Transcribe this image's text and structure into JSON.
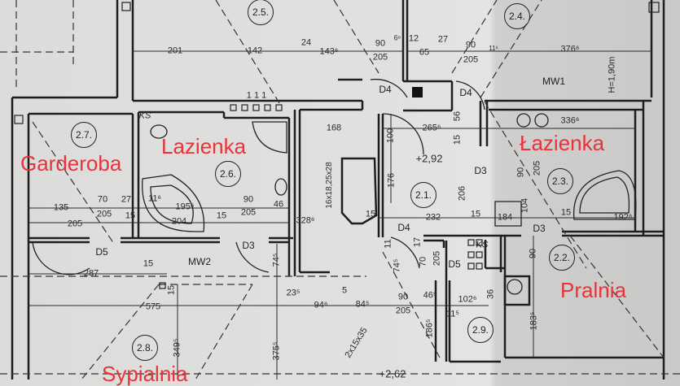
{
  "rooms": [
    "2.5.",
    "2.4.",
    "2.7.",
    "2.6.",
    "2.1.",
    "2.3.",
    "2.2.",
    "2.9.",
    "2.8."
  ],
  "room_names": {
    "garderoba": "Garderoba",
    "lazienka_left": "Lazienka",
    "lazienka_right": "Łazienka",
    "pralnia": "Pralnia",
    "sypialnia": "Sypialnia"
  },
  "doors": [
    "D4",
    "D4",
    "D3",
    "D5",
    "D3",
    "D4",
    "D3",
    "D5"
  ],
  "markers": {
    "mw1": "MW1",
    "mw2": "MW2",
    "height": "H=1,90m",
    "ks_left": "KS",
    "ks_right": "KS",
    "vents": "1 1 1",
    "stairs": "16x18,25x28"
  },
  "elevations": [
    "+2,92",
    "+2,62"
  ],
  "dimensions": [
    "201",
    "142",
    "24",
    "143⁶",
    "90",
    "205",
    "6⁶",
    "12",
    "65",
    "27",
    "90",
    "205",
    "11⁶",
    "376⁶",
    "168",
    "265⁶",
    "100",
    "56",
    "15",
    "176",
    "336⁶",
    "90",
    "205",
    "135",
    "70",
    "27",
    "11⁶",
    "195⁶",
    "90",
    "46",
    "205",
    "15",
    "204",
    "15",
    "205",
    "205",
    "328⁶",
    "15",
    "232",
    "15",
    "184",
    "104",
    "15",
    "192⁶",
    "206",
    "74⁵",
    "11",
    "17",
    "70",
    "205",
    "90",
    "74⁵",
    "287",
    "15",
    "15",
    "575",
    "23⁵",
    "94⁶",
    "5",
    "84⁵",
    "90",
    "205",
    "46⁵",
    "102⁶",
    "11⁵",
    "36",
    "186⁵",
    "183⁵",
    "349⁵",
    "375⁵",
    "2x15x35"
  ],
  "colors": {
    "annotation_red": "#e8333a",
    "paper": "#dcdcda",
    "ink": "#222222"
  }
}
